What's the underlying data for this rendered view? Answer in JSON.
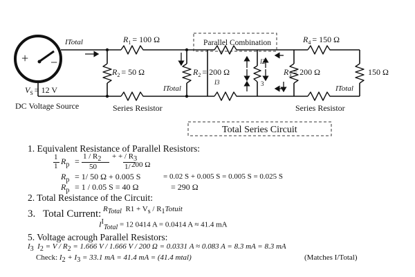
{
  "source": {
    "label": "DC Voltage Source",
    "voltage": "V",
    "voltage_sub": "S",
    "voltage_value": "= 12 V",
    "plus": "+",
    "minus": "−"
  },
  "currents": {
    "total_top": "ITotal",
    "total_mid": "ITotal",
    "total_right": "ITotal",
    "i2": "I2",
    "i3": "I3",
    "i3b": "3"
  },
  "resistors": {
    "r1": {
      "name": "R",
      "sub": "1",
      "value": "= 100 Ω"
    },
    "r2a": {
      "name": "R",
      "sub": "2",
      "value": "= 50 Ω"
    },
    "r2b": {
      "name": "R",
      "sub": "2",
      "value": "= 200 Ω"
    },
    "r3": {
      "name": "R",
      "sub": "3",
      "value": "= 200 Ω"
    },
    "r4": {
      "name": "R",
      "sub": "4",
      "value": "= 150 Ω"
    },
    "r5": {
      "value": "150 Ω"
    }
  },
  "labels": {
    "parallel_box": "Parallel Combination",
    "series_left": "Series Resistor",
    "series_right": "Series Resistor",
    "total_series": "Total Series Circuit"
  },
  "steps": {
    "s1_title": "1. Equivalent Resistance of Parallel Resistors:",
    "s1_l1_a": "1",
    "s1_l1_b": "1",
    "s1_l1_Rp": "R",
    "s1_l1_p": "p",
    "s1_l1_eq": "=",
    "s1_l1_n1": "1 / R",
    "s1_l1_n1s": "2",
    "s1_l1_plus": "+ + / R",
    "s1_l1_n2s": "3",
    "s1_l1_d1": "50",
    "s1_l1_d2": "1/",
    "s1_l1_d3": "200 Ω",
    "s1_l2_lhs": "R",
    "s1_l2_sub": "p",
    "s1_l2_rhs": "= 1/ 50 Ω + 0.005 S",
    "s1_l2_right": "= 0.02 S + 0.005 S = 0.005 S = 0.025 S",
    "s1_l3_lhs": "R",
    "s1_l3_sub": "p",
    "s1_l3_rhs": "= 1 / 0.05 S = 40 Ω",
    "s1_l3_right": "= 290 Ω",
    "s2_title": "2. Total Resistance of the Circuit:",
    "s3_num": "3.",
    "s3_title": "Total Current:",
    "s3_formula": "R",
    "s3_formula_sub": "Total",
    "s3_formula_rest": "R1 + V",
    "s3_formula_s": "s",
    "s3_formula_tail": "/ R",
    "s3_formula_tail2": "1",
    "s3_formula_tail3": "Totuit",
    "s3_line2_a": "I",
    "s3_line2_sup": "I",
    "s3_line2_sub": "Total",
    "s3_line2_rest": "= 12 0414 A = 0.0414 A ≈ 41.4 mA",
    "s5_title": "5.  Voltage acrough Parallel Resistors:",
    "s5_l1_a": "I",
    "s5_l1_a_sub": "3",
    "s5_l1_b": "I",
    "s5_l1_b_sub": "2",
    "s5_l1_rest": "= V / R",
    "s5_l1_rest_sub": "2",
    "s5_l1_tail": "= 1.666 V / 1.666 V / 200 Ω = 0.0331 A ≈ 0.083 A = 8.3 mA = 8.3 mA",
    "s5_l2_check": "Check:",
    "s5_l2_rest": "I",
    "s5_l2_s1": "2",
    "s5_l2_plus": "+ I",
    "s5_l2_s2": "3",
    "s5_l2_tail": "= 33.1 mA = 41.4 mA = (41.4 mtal)",
    "s5_l2_match": "(Matches I/Total)"
  }
}
